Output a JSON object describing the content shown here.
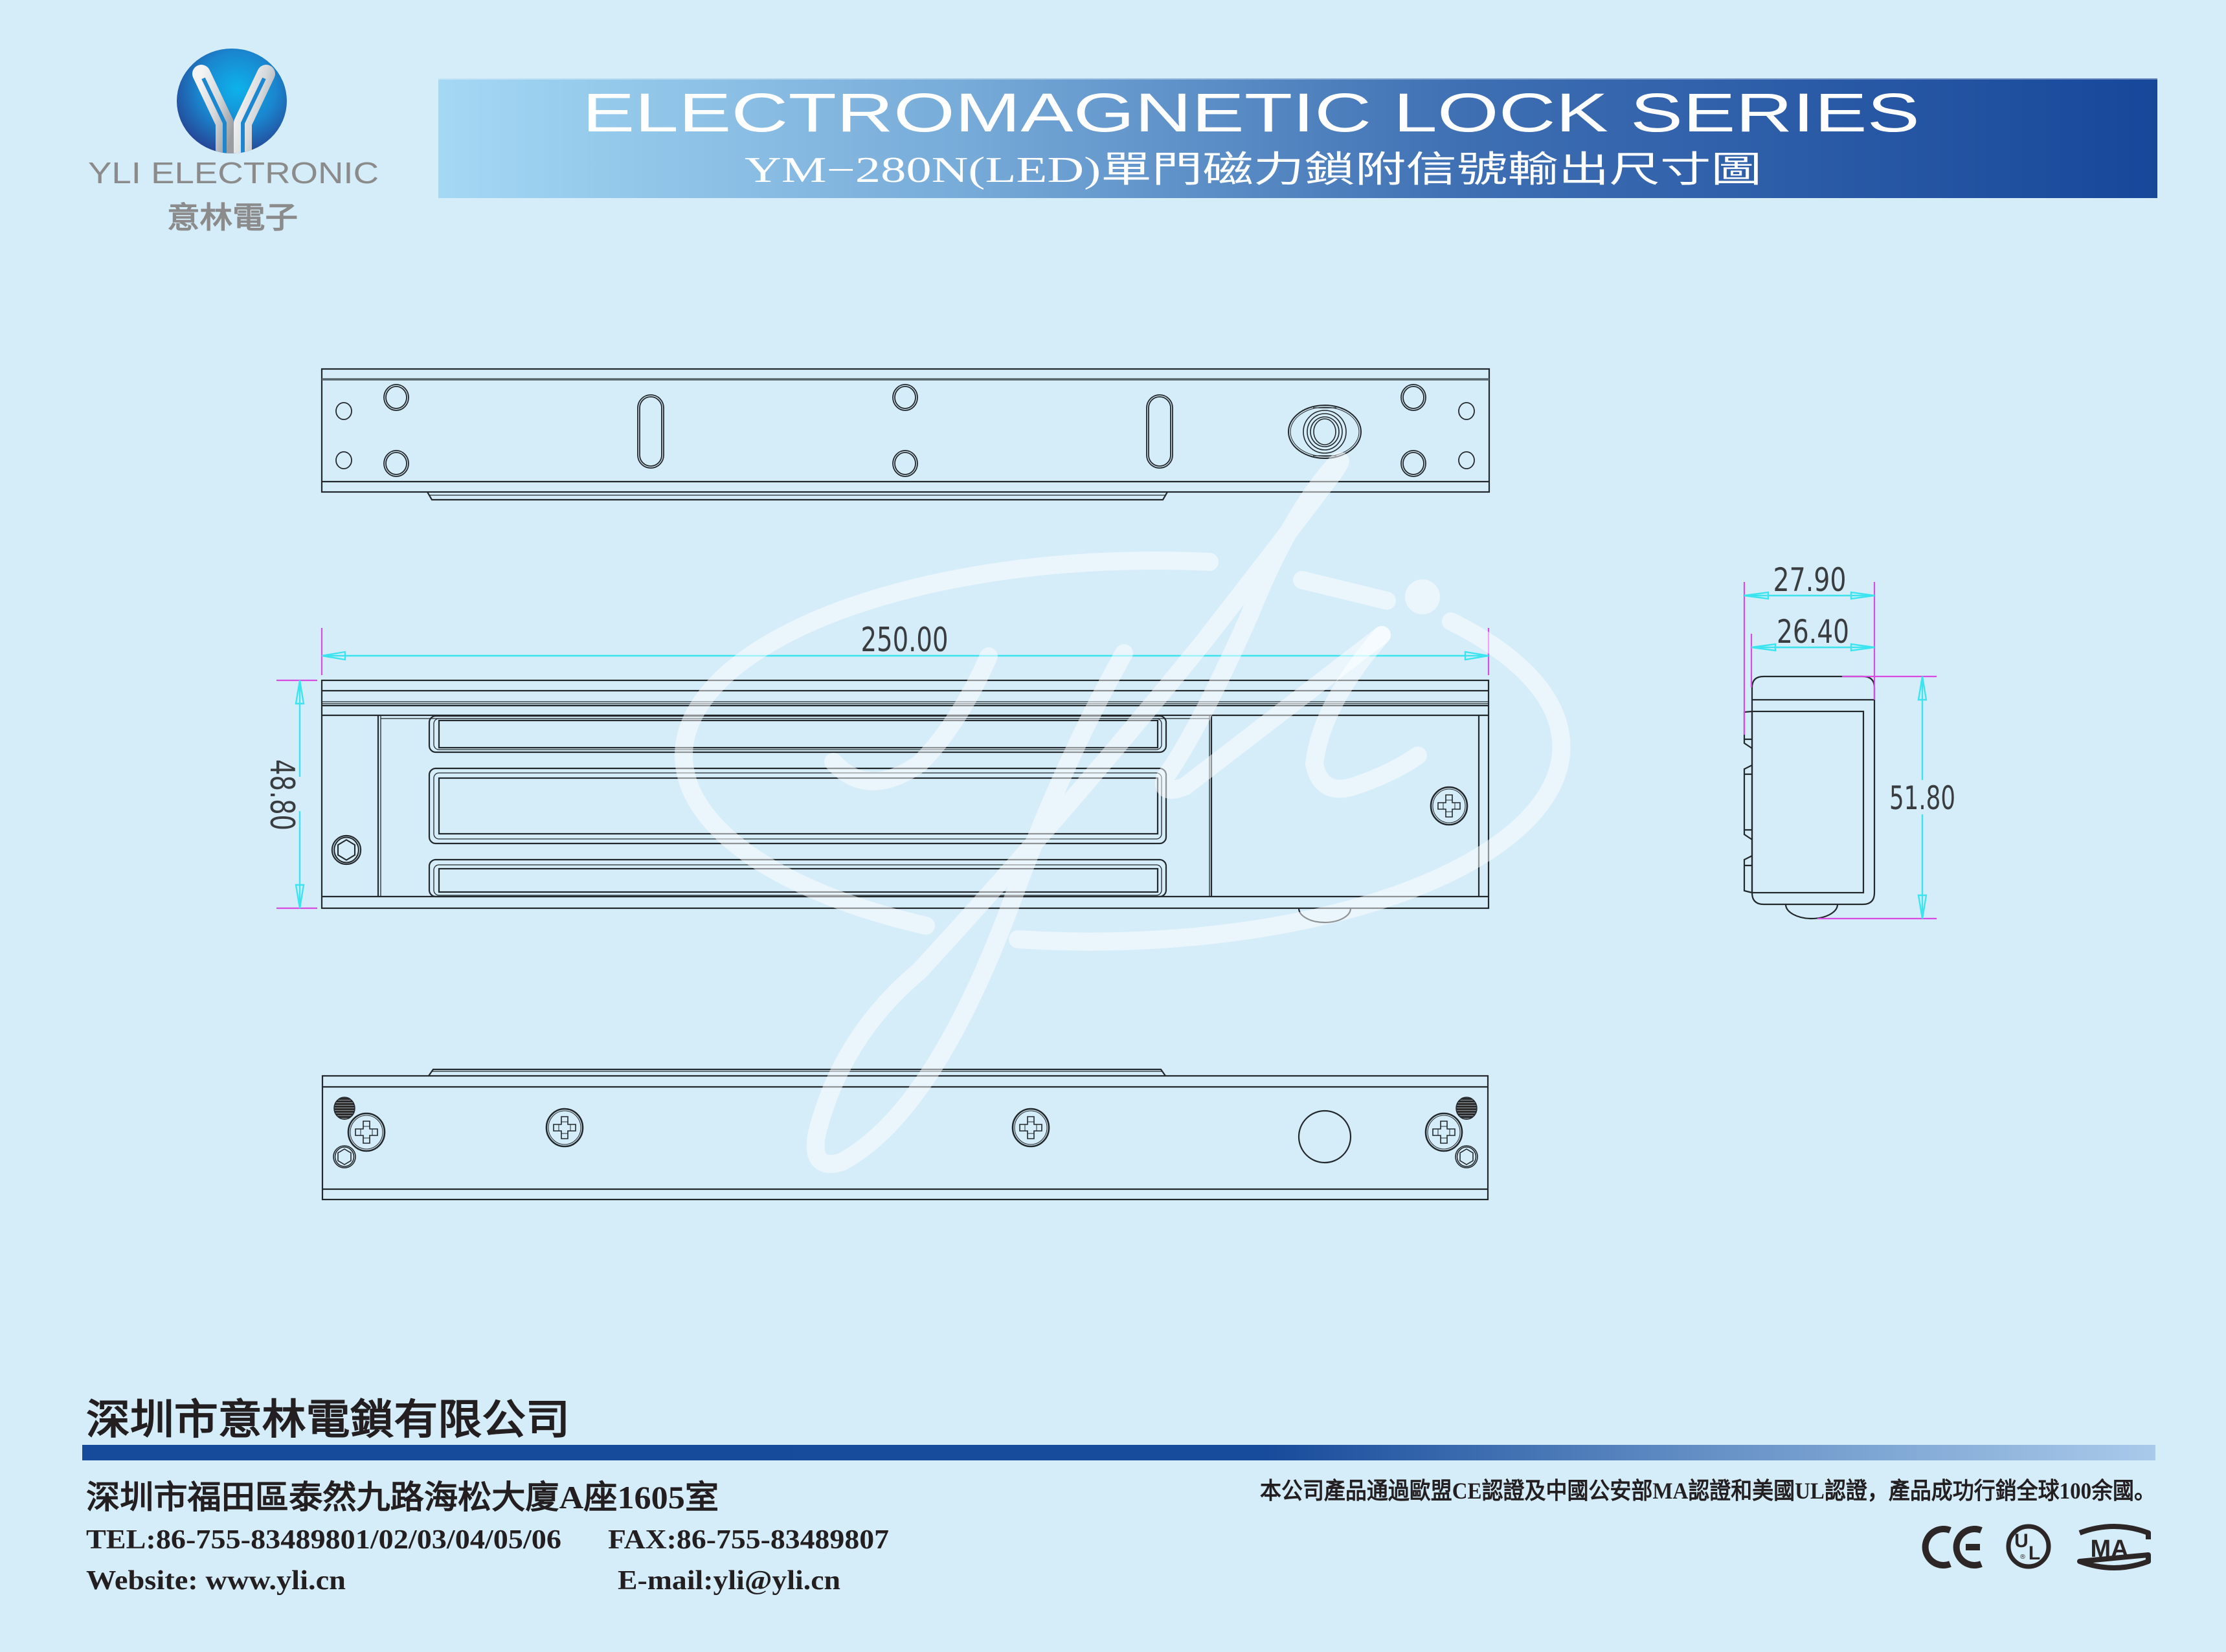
{
  "page": {
    "background": "#d5ecf9"
  },
  "logo": {
    "icon": "yli-y-logo-icon",
    "brand_en": "YLI ELECTRONIC",
    "brand_zh": "意林電子",
    "text_color": "#8b8b8b"
  },
  "banner": {
    "title": "ELECTROMAGNETIC LOCK SERIES",
    "subtitle": "YM−280N(LED)單門磁力鎖附信號輸出尺寸圖",
    "gradient_start": "#a4d8f4",
    "gradient_end": "#17479a"
  },
  "drawing": {
    "views": [
      "top-view",
      "front-view",
      "side-view",
      "bottom-view"
    ],
    "dimensions": {
      "overall_length": "250.00",
      "front_height": "48.80",
      "side_width_total": "27.90",
      "side_width_body": "26.40",
      "side_height": "51.80"
    },
    "dimension_line_color": "#3ce4f0",
    "extension_line_color": "#d84ce0",
    "watermark": "yli-script-watermark"
  },
  "footer": {
    "company": "深圳市意林電鎖有限公司",
    "address": "深圳市福田區泰然九路海松大廈A座1605室",
    "tel": "TEL:86-755-83489801/02/03/04/05/06",
    "fax": "FAX:86-755-83489807",
    "website": "Website: www.yli.cn",
    "email": "E-mail:yli@yli.cn",
    "certification_note": "本公司產品通過歐盟CE認證及中國公安部MA認證和美國UL認證，產品成功行銷全球100余國。",
    "cert_marks": {
      "ul_u": "U",
      "ul_l": "L",
      "ul_reg": "®",
      "ma": "MA"
    },
    "bar_color": "#164a9a"
  }
}
